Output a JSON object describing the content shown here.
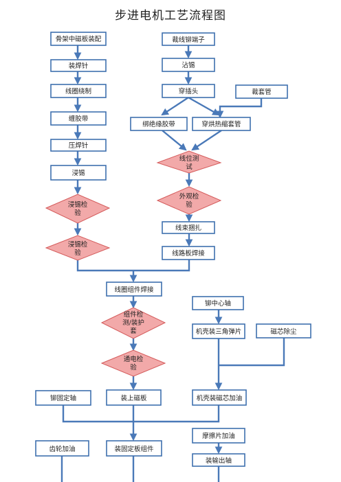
{
  "title": "步进电机工艺流程图",
  "nodes": {
    "n1": [
      "骨架中磁板装配"
    ],
    "n2": [
      "装焊针"
    ],
    "n3": [
      "线圈绕制"
    ],
    "n4": [
      "缠胶带"
    ],
    "n5": [
      "压焊针"
    ],
    "n6": [
      "浸锡"
    ],
    "n7": [
      "浸锡检",
      "验"
    ],
    "n8": [
      "浸锡检",
      "验"
    ],
    "n9": [
      "裁线铆端子"
    ],
    "n10": [
      "沾锡"
    ],
    "n11": [
      "穿插头"
    ],
    "n12": [
      "裁套管"
    ],
    "n13": [
      "绑绝缘胶带"
    ],
    "n14": [
      "穿烘热缩套管"
    ],
    "n15": [
      "线位测",
      "试"
    ],
    "n16": [
      "外观检",
      "验"
    ],
    "n17": [
      "线束捆扎"
    ],
    "n18": [
      "线路板焊接"
    ],
    "n19": [
      "线圈组件焊接"
    ],
    "n20": [
      "组件检",
      "测/装护",
      "套"
    ],
    "n21": [
      "通电检",
      "验"
    ],
    "n22": [
      "铆中心轴"
    ],
    "n23": [
      "机壳装三角弹片"
    ],
    "n24": [
      "磁芯除尘"
    ],
    "n25": [
      "机壳装磁芯加油"
    ],
    "n26": [
      "铆固定轴"
    ],
    "n27": [
      "装上磁板"
    ],
    "n28": [
      "摩擦片加油"
    ],
    "n29": [
      "齿轮加油"
    ],
    "n30": [
      "装固定板组件"
    ],
    "n31": [
      "装输出轴"
    ]
  }
}
